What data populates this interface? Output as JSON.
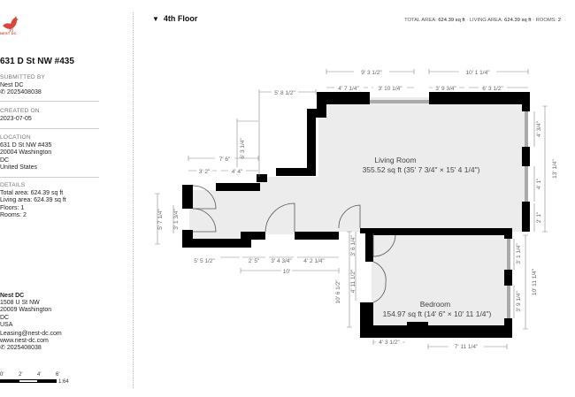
{
  "brand": {
    "logo_icon": "bird-icon",
    "logo_text": "NEST DC",
    "accent_color": "#d9463a"
  },
  "sidebar": {
    "address_title": "631 D St NW #435",
    "submitted_by": {
      "label": "SUBMITTED BY",
      "name": "Nest DC",
      "phone_icon": "phone-icon",
      "phone": "2025408038"
    },
    "created_on": {
      "label": "CREATED ON",
      "date": "2023-07-05"
    },
    "location": {
      "label": "LOCATION",
      "line1": "631 D St NW #435",
      "line2": "20004 Washington",
      "line3": "DC",
      "line4": "United States"
    },
    "details": {
      "label": "DETAILS",
      "total_area": "Total area: 624.39 sq ft",
      "living_area": "Living area: 624.39 sq ft",
      "floors": "Floors: 1",
      "rooms": "Rooms: 2"
    },
    "company": {
      "name": "Nest DC",
      "street": "1508 U St NW",
      "city": "20009 Washington",
      "state": "DC",
      "country": "USA",
      "email": "Leasing@nest-dc.com",
      "website": "www.nest-dc.com",
      "phone": "2025408038"
    },
    "scale": {
      "ticks": [
        "0'",
        "2'",
        "4'",
        "6'"
      ],
      "ratio": "1:64"
    }
  },
  "header": {
    "collapse_icon": "triangle-down-icon",
    "floor_name": "4th Floor",
    "total_area_label": "TOTAL AREA:",
    "total_area_value": "624.39 sq ft",
    "living_area_label": "LIVING AREA:",
    "living_area_value": "624.39 sq ft",
    "rooms_label": "ROOMS:",
    "rooms_value": "2",
    "separator": "·"
  },
  "floorplan": {
    "rooms": [
      {
        "name": "Living Room",
        "area": "355.52 sq ft (35' 7 3/4\" × 15' 4 1/4\")"
      },
      {
        "name": "Bedroom",
        "area": "154.97 sq ft (14' 6\" × 10' 11 1/4\")"
      }
    ],
    "dimensions": {
      "top_9_3_1_2": "9' 3 1/2\"",
      "top_4_7_1_4": "4' 7 1/4\"",
      "top_3_10_1_4": "3' 10 1/4\"",
      "top_10_1_1_4": "10' 1 1/4\"",
      "top_3_9_3_4": "3' 9 3/4\"",
      "top_6_3_1_2": "6' 3 1/2\"",
      "top_5_8_1_2": "5' 8 1/2\"",
      "left_6_3_1_4": "6' 3 1/4\"",
      "left_4_4": "4' 4\"",
      "left_7_6": "7' 6\"",
      "left_3_2": "3' 2\"",
      "right_4_3_4": "4' 3/4\"",
      "right_4_1": "4' 1\"",
      "right_2_1": "2' 1\"",
      "right_13_1_4": "13' 1/4\"",
      "right_3_1_1_4": "3' 1 1/4\"",
      "right_3_9_1_4": "3' 9 1/4\"",
      "right_10_11_1_4": "10' 11 1/4\"",
      "entry_5_7_1_4": "5' 7 1/4\"",
      "entry_3_1_3_4": "3' 1 3/4\"",
      "bottom_5_5_1_2": "5' 5 1/2\"",
      "bottom_2_5": "2' 5\"",
      "bottom_3_4_3_4": "3' 4 3/4\"",
      "bottom_4_2_1_4": "4' 2 1/4\"",
      "bottom_10": "10'",
      "bed_3_6_1_4": "3' 6 1/4\"",
      "bed_4_11_1_2": "4' 11 1/2\"",
      "bed_10_6_1_2": "10' 6 1/2\"",
      "bed_4_3_1_2": "4' 3 1/2\"",
      "bed_7_11_1_4": "7' 11 1/4\""
    }
  }
}
